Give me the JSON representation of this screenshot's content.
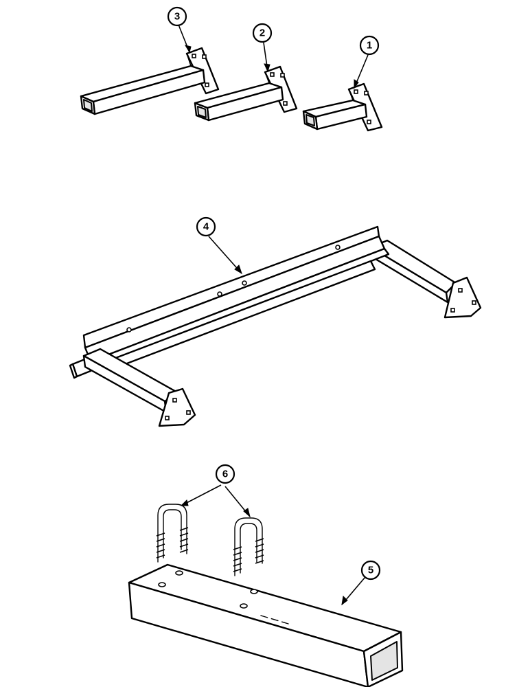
{
  "callouts": [
    {
      "id": "callout-1",
      "label": "1"
    },
    {
      "id": "callout-2",
      "label": "2"
    },
    {
      "id": "callout-3",
      "label": "3"
    },
    {
      "id": "callout-4",
      "label": "4"
    },
    {
      "id": "callout-5",
      "label": "5"
    },
    {
      "id": "callout-6",
      "label": "6"
    }
  ],
  "colors": {
    "line": "#000000",
    "background": "#ffffff"
  }
}
